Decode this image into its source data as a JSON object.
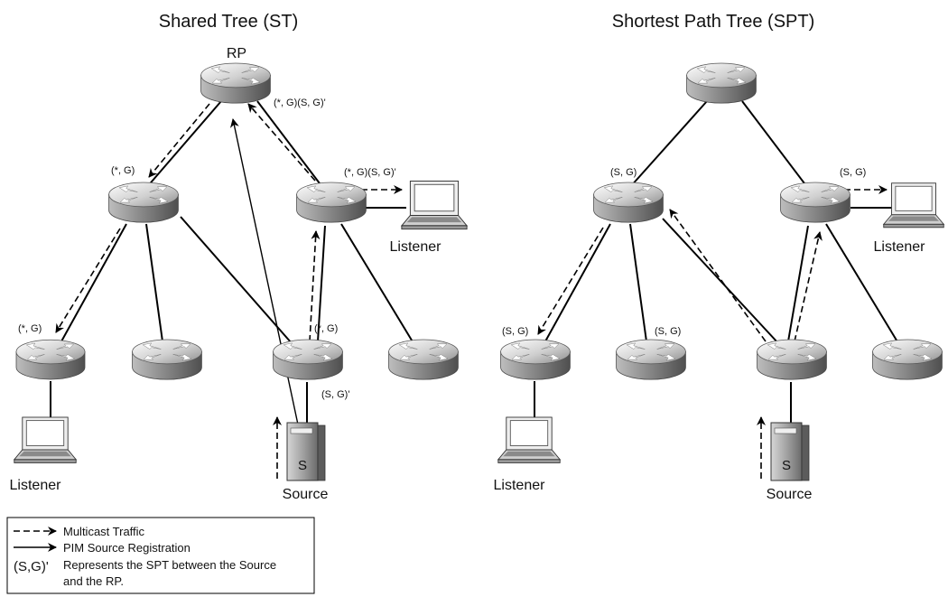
{
  "titles": {
    "left": "Shared Tree (ST)",
    "right": "Shortest Path Tree (SPT)"
  },
  "st": {
    "rp_label": "RP",
    "rp_tag": "(*, G)(S, G)'",
    "left_router_tag": "(*, G)",
    "right_router_tag": "(*, G)(S, G)'",
    "bottom_left_tag": "(*, G)",
    "source_router_top_tag": "(*, G)",
    "source_router_bottom_tag": "(S, G)'",
    "listener_right": "Listener",
    "listener_left": "Listener",
    "source_label": "Source",
    "server_letter": "S"
  },
  "spt": {
    "left_router_tag": "(S, G)",
    "right_router_tag": "(S, G)",
    "bottom_left_tag": "(S, G)",
    "bottom_mid_tag": "(S, G)",
    "listener_right": "Listener",
    "listener_left": "Listener",
    "source_label": "Source",
    "server_letter": "S"
  },
  "legend": {
    "multicast": "Multicast Traffic",
    "registration": "PIM Source Registration",
    "sg_symbol": "(S,G)'",
    "sg_desc_1": "Represents the SPT between the Source",
    "sg_desc_2": "and the RP."
  }
}
